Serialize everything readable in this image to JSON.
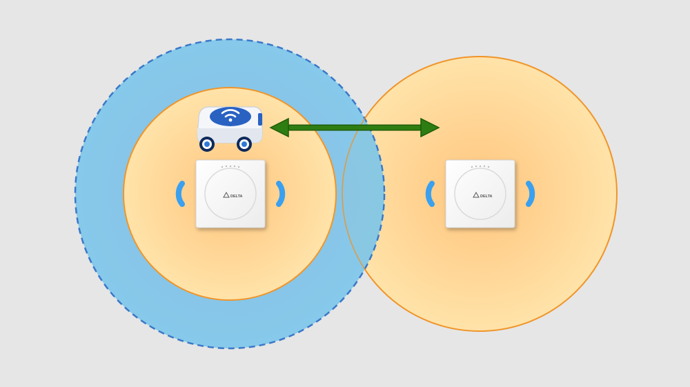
{
  "colors": {
    "background": "#e6e6e6",
    "roaming_zone_fill": "#7cc6ea",
    "roaming_zone_border": "#3a78c8",
    "coverage_center": "#ffc57e",
    "coverage_edge": "#ffe3a9",
    "coverage_border": "#f0952a",
    "arrow": "#2e7d12",
    "arrow_outline": "#1e5c08",
    "signal_wave": "#3aa0ef",
    "robot_icon": "#2a62c2"
  },
  "diagram": {
    "nodes": [
      {
        "id": "access-point-1",
        "icon": "ceiling-access-point-icon",
        "logo_text": "DELTA"
      },
      {
        "id": "access-point-2",
        "icon": "ceiling-access-point-icon",
        "logo_text": "DELTA"
      },
      {
        "id": "mobile-robot",
        "icon": "wifi-robot-icon"
      }
    ],
    "zones": [
      {
        "id": "roaming-zone",
        "style": "dashed"
      },
      {
        "id": "coverage-ap-1",
        "style": "solid"
      },
      {
        "id": "coverage-ap-2",
        "style": "solid"
      }
    ],
    "connections": [
      {
        "from": "mobile-robot",
        "to": "access-point-2",
        "type": "double-arrow"
      }
    ]
  }
}
